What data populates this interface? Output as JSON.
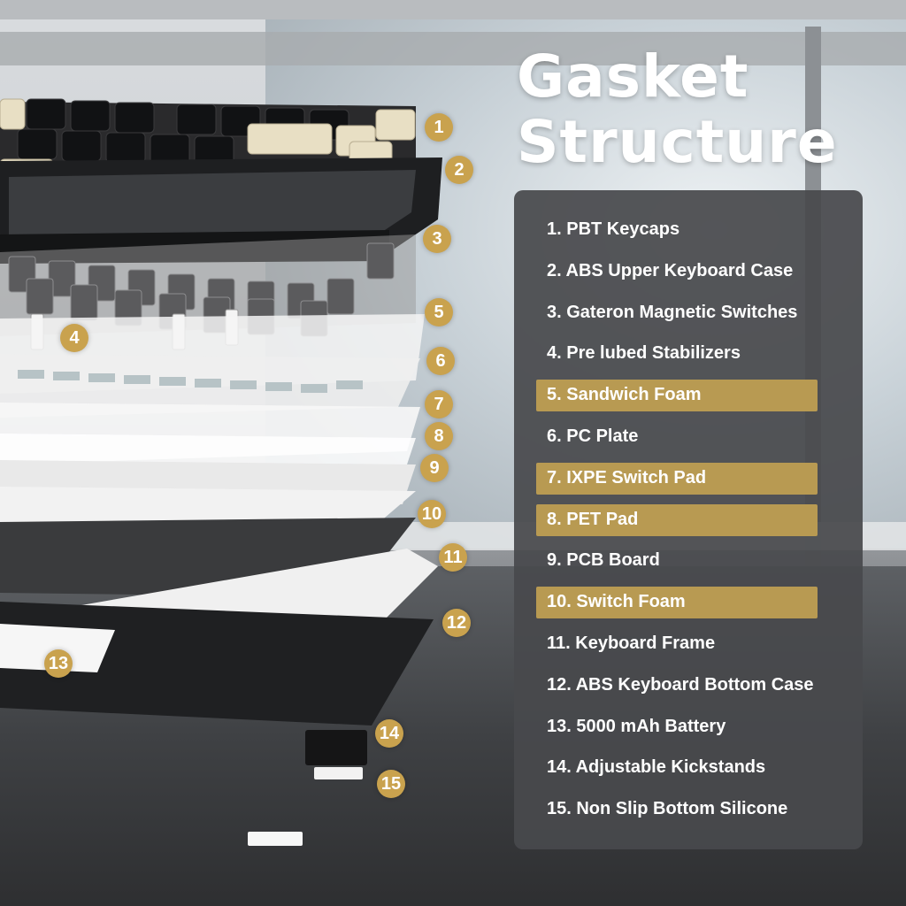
{
  "title": {
    "line1": "Gasket",
    "line2": "Structure"
  },
  "colors": {
    "accent_gold": "#c9a24e",
    "highlight_bar": "#b89a52",
    "panel_bg": "#48494c",
    "text": "#ffffff"
  },
  "markers": [
    "1",
    "2",
    "3",
    "4",
    "5",
    "6",
    "7",
    "8",
    "9",
    "10",
    "11",
    "12",
    "13",
    "14",
    "15"
  ],
  "legend": [
    {
      "label": "1. PBT Keycaps",
      "highlighted": false
    },
    {
      "label": "2. ABS Upper Keyboard Case",
      "highlighted": false
    },
    {
      "label": "3. Gateron Magnetic Switches",
      "highlighted": false
    },
    {
      "label": "4. Pre lubed Stabilizers",
      "highlighted": false
    },
    {
      "label": "5. Sandwich Foam",
      "highlighted": true
    },
    {
      "label": "6. PC Plate",
      "highlighted": false
    },
    {
      "label": "7. IXPE Switch Pad",
      "highlighted": true
    },
    {
      "label": "8. PET Pad",
      "highlighted": true
    },
    {
      "label": "9. PCB Board",
      "highlighted": false
    },
    {
      "label": "10. Switch Foam",
      "highlighted": true
    },
    {
      "label": "11. Keyboard Frame",
      "highlighted": false
    },
    {
      "label": "12. ABS Keyboard Bottom Case",
      "highlighted": false
    },
    {
      "label": "13. 5000 mAh Battery",
      "highlighted": false
    },
    {
      "label": "14. Adjustable Kickstands",
      "highlighted": false
    },
    {
      "label": "15. Non Slip Bottom Silicone",
      "highlighted": false
    }
  ]
}
